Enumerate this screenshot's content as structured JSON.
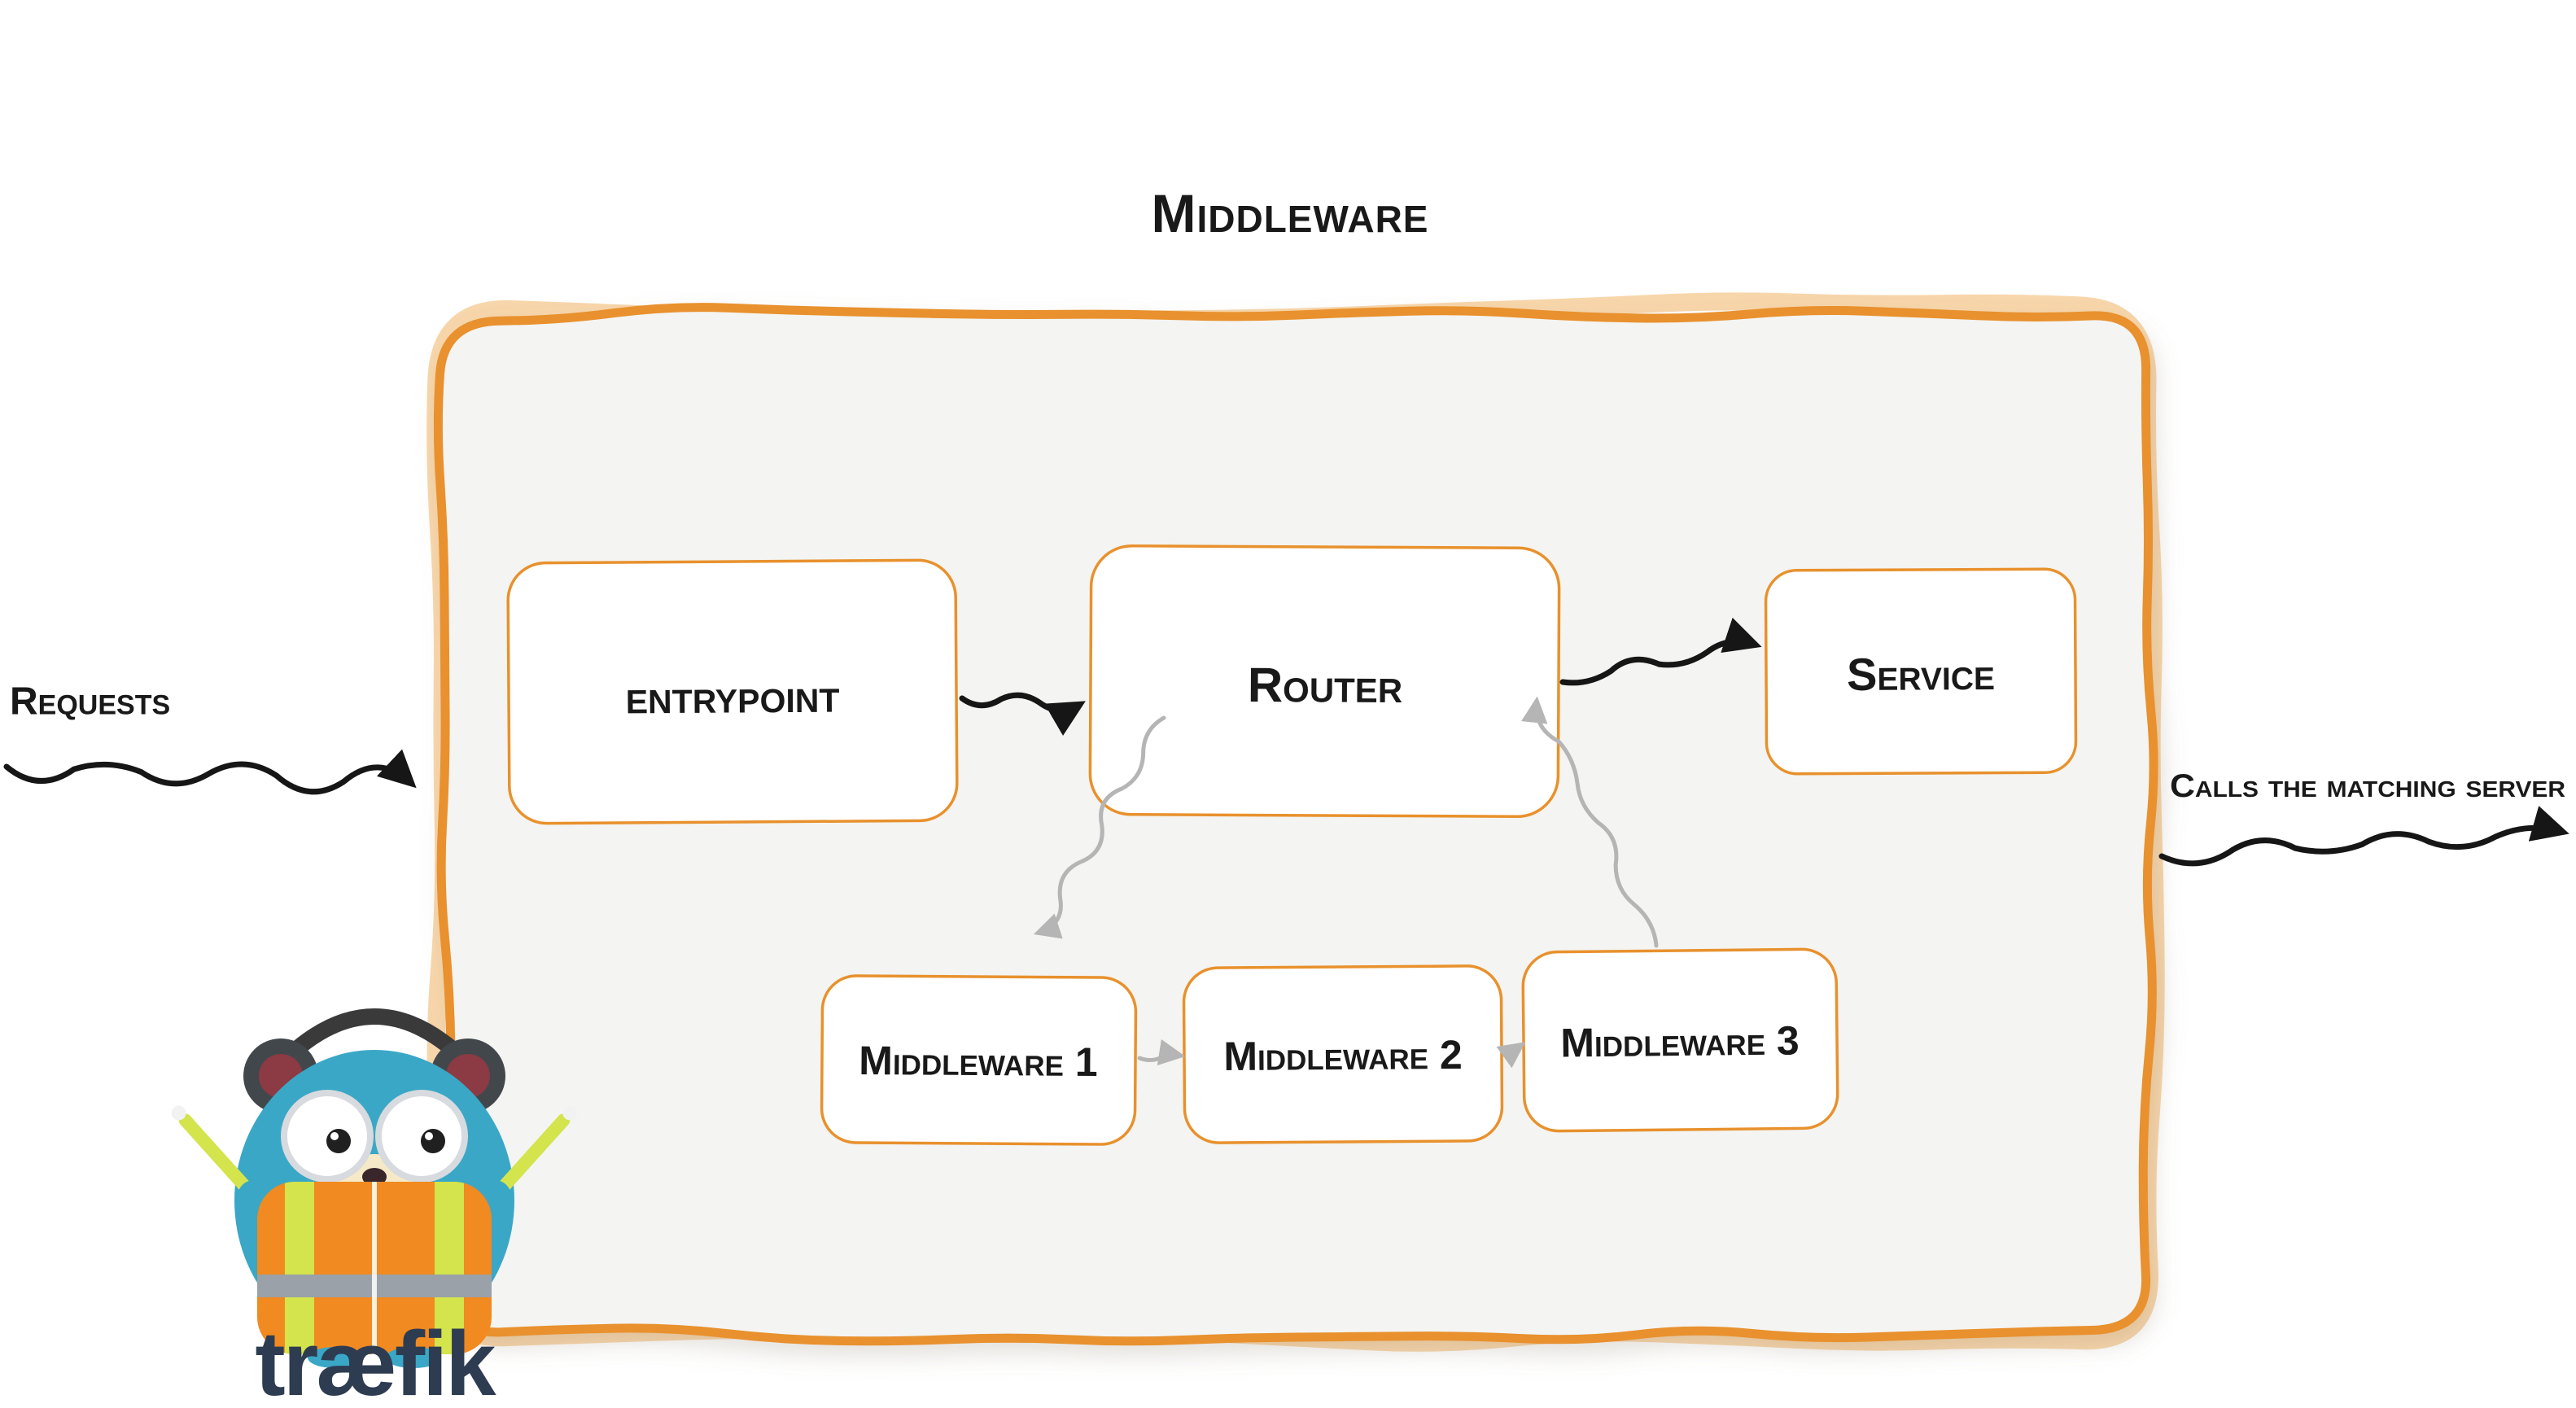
{
  "title": "Middleware",
  "labels": {
    "requests": "Requests",
    "calls_the_matching_server": "Calls the matching server"
  },
  "nodes": {
    "entrypoint": "entrypoint",
    "router": "Router",
    "service": "Service",
    "middleware1": "Middleware 1",
    "middleware2": "Middleware 2",
    "middleware3": "Middleware 3"
  },
  "logo": {
    "wordmark": "træfik"
  },
  "colors": {
    "brand_orange": "#e8912d",
    "panel_fill": "#f4f4f2",
    "arrow_black": "#161616",
    "arrow_gray": "#b5b5b5",
    "gopher_teal": "#3aa7c6",
    "vest_orange": "#f18a20",
    "neon_green": "#d3e44c",
    "wordmark_navy": "#2e3c52"
  }
}
